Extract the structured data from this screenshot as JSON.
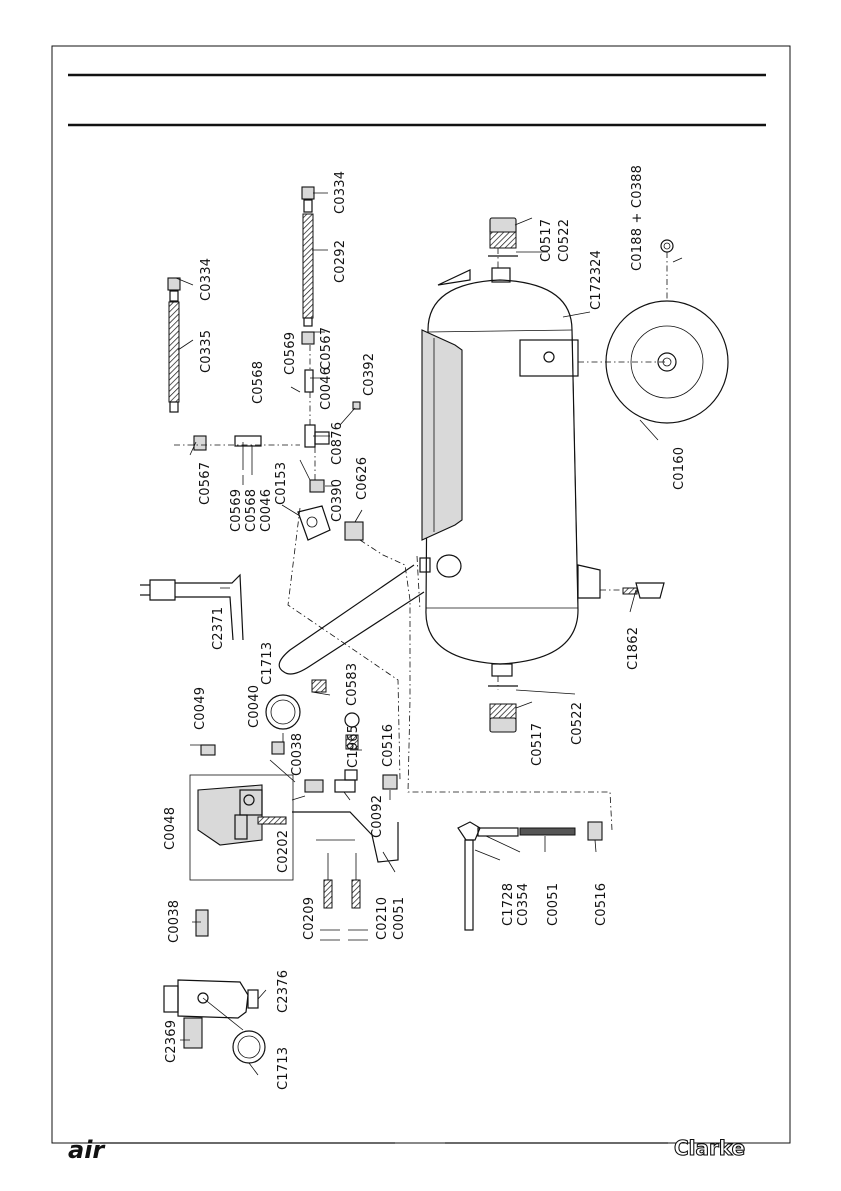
{
  "footer": {
    "left_logo_text": "air",
    "right_logo_text": "Clarke"
  },
  "labels": {
    "c0334_top": "C0334",
    "c0292": "C0292",
    "c0567_top": "C0567",
    "c0569_top": "C0569",
    "c0568_top": "C0568",
    "c0046_top": "C0046",
    "c0392": "C0392",
    "c0876": "C0876",
    "c0390": "C0390",
    "c0626": "C0626",
    "c0334_left": "C0334",
    "c0335": "C0335",
    "c0567_left": "C0567",
    "c0569_left": "C0569",
    "c0568_left": "C0568",
    "c0046_left": "C0046",
    "c0153": "C0153",
    "c2371": "C2371",
    "c1713_top": "C1713",
    "c0040": "C0040",
    "c0049": "C0049",
    "c0583": "C0583",
    "c1965": "C1965",
    "c0516_mid": "C0516",
    "c0038_mid": "C0038",
    "c0048": "C0048",
    "c0202": "C0202",
    "c0092": "C0092",
    "c0209": "C0209",
    "c0210": "C0210",
    "c0051_mid": "C0051",
    "c0038_low": "C0038",
    "c2369": "C2369",
    "c1713_low": "C1713",
    "c2376": "C2376",
    "c1728": "C1728",
    "c0354": "C0354",
    "c0051_low": "C0051",
    "c0516_low": "C0516",
    "c0517_top": "C0517",
    "c0522_top": "C0522",
    "c172324": "C172324",
    "c0188": "C0188 + C0388",
    "c0160": "C0160",
    "c1862": "C1862",
    "c0517_low": "C0517",
    "c0522_low": "C0522"
  }
}
